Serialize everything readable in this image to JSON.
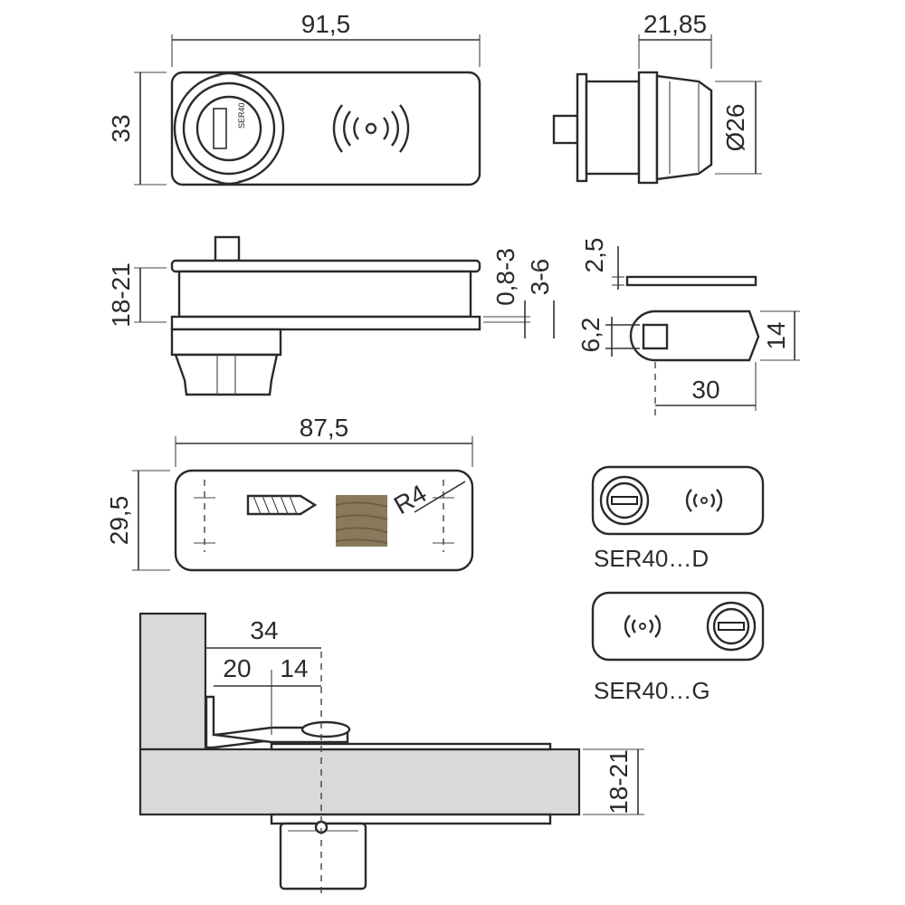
{
  "dimensions": {
    "front_width": "91,5",
    "front_height": "33",
    "side_width": "21,85",
    "side_diameter": "Ø26",
    "section_height": "18-21",
    "section_gap": "0,8-3",
    "section_depth": "3-6",
    "cam_thickness": "2,5",
    "cam_square": "6,2",
    "cam_width": "14",
    "cam_length": "30",
    "template_width": "87,5",
    "template_height": "29,5",
    "template_radius": "R4",
    "install_total": "34",
    "install_left": "20",
    "install_right": "14",
    "install_board": "18-21"
  },
  "variants": [
    {
      "label": "SER40…D"
    },
    {
      "label": "SER40…G"
    }
  ],
  "colors": {
    "line": "#2a2a2a",
    "wood": "#8a7a5c",
    "panel": "#d9d9d9"
  }
}
